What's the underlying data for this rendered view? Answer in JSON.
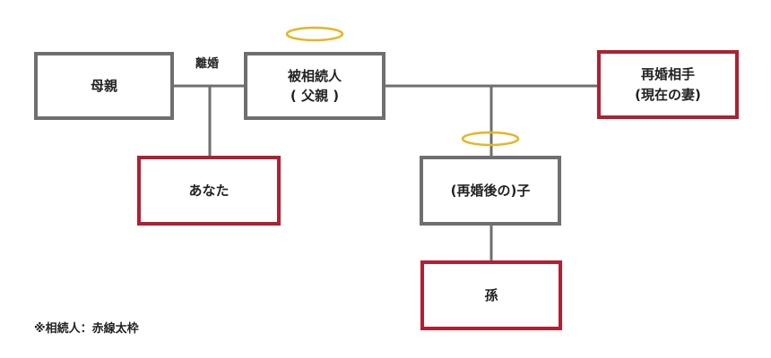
{
  "nodes": {
    "mother": {
      "label": "母親"
    },
    "deceased": {
      "line1": "被相続人",
      "line2": "( 父親 )"
    },
    "new_spouse": {
      "line1": "再婚相手",
      "line2": "(現在の妻)"
    },
    "you": {
      "label": "あなた"
    },
    "child": {
      "label": "(再婚後の)子"
    },
    "grandchild": {
      "label": "孫"
    }
  },
  "divorce_label": "離婚",
  "legend": "※相続人：赤線太枠",
  "colors": {
    "gray_border": "#6f6f6f",
    "heir_border": "#b01f32",
    "halo": "#e8b422",
    "line": "#6f6f6f"
  }
}
